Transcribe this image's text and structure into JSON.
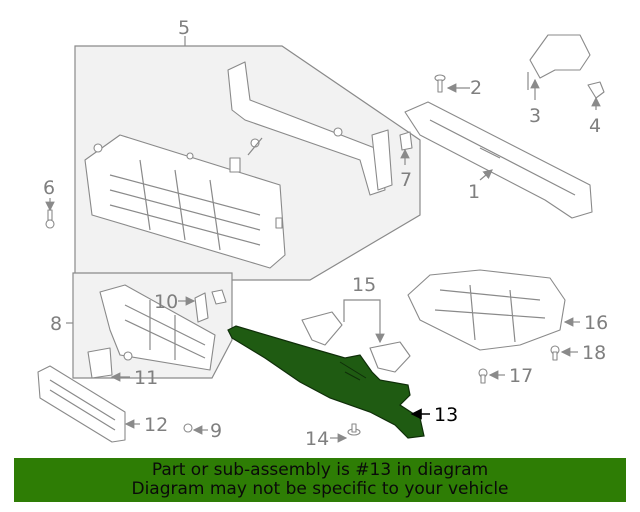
{
  "diagram": {
    "highlighted_part": "13",
    "highlight_color": "#1f5b12",
    "line_color": "#8a8a8a",
    "callouts": {
      "c1": "1",
      "c2": "2",
      "c3": "3",
      "c4": "4",
      "c5": "5",
      "c6": "6",
      "c7": "7",
      "c8": "8",
      "c9": "9",
      "c10": "10",
      "c11": "11",
      "c12": "12",
      "c13": "13",
      "c14": "14",
      "c15": "15",
      "c16": "16",
      "c17": "17",
      "c18": "18"
    }
  },
  "banner": {
    "background": "#2e7d05",
    "line1": "Part or sub-assembly is #13 in diagram",
    "line2": "Diagram may not be specific to your vehicle"
  }
}
